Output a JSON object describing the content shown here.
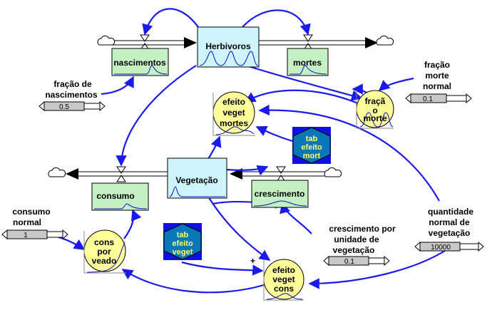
{
  "stocks": {
    "herbivoros": "Herbivoros",
    "vegetacao": "Vegetação"
  },
  "flows": {
    "nascimentos": "nascimentos",
    "mortes": "mortes",
    "consumo": "consumo",
    "crescimento": "crescimento"
  },
  "converters": {
    "efeito_veget_mortes": [
      "efeito",
      "veget",
      "mortes"
    ],
    "fracao_morte": [
      "fraçã",
      "o",
      "morte"
    ],
    "cons_por_veado": [
      "cons",
      "por",
      "veado"
    ],
    "efeito_veget_cons": [
      "efeito",
      "veget",
      "cons"
    ]
  },
  "tables": {
    "tab_efeito_mort": [
      "tab",
      "efeito",
      "mort"
    ],
    "tab_efeito_veget": [
      "tab",
      "efeito",
      "veget"
    ]
  },
  "parameters": {
    "fracao_nascimentos": {
      "label": [
        "fração de",
        "nascimentos"
      ],
      "value": "0.5"
    },
    "fracao_morte_normal": {
      "label": [
        "fração",
        "morte",
        "normal"
      ],
      "value": "0.1"
    },
    "consumo_normal": {
      "label": [
        "consumo",
        "normal"
      ],
      "value": "1"
    },
    "crescimento_por_unidade": {
      "label": [
        "crescimento por",
        "unidade de",
        "vegetação"
      ],
      "value": "0.1"
    },
    "quantidade_normal": {
      "label": [
        "quantidade",
        "normal de",
        "vegetação"
      ],
      "value": "10000"
    }
  },
  "plus_sign": "+",
  "colors": {
    "stock_fill": "#cdf5fb",
    "flow_fill": "#c4f0c4",
    "converter_fill": "#ffff99",
    "table_fill": "#0877b8",
    "table_border": "#1010e0",
    "link": "#1a1aee",
    "hex_text": "#ffff66"
  }
}
